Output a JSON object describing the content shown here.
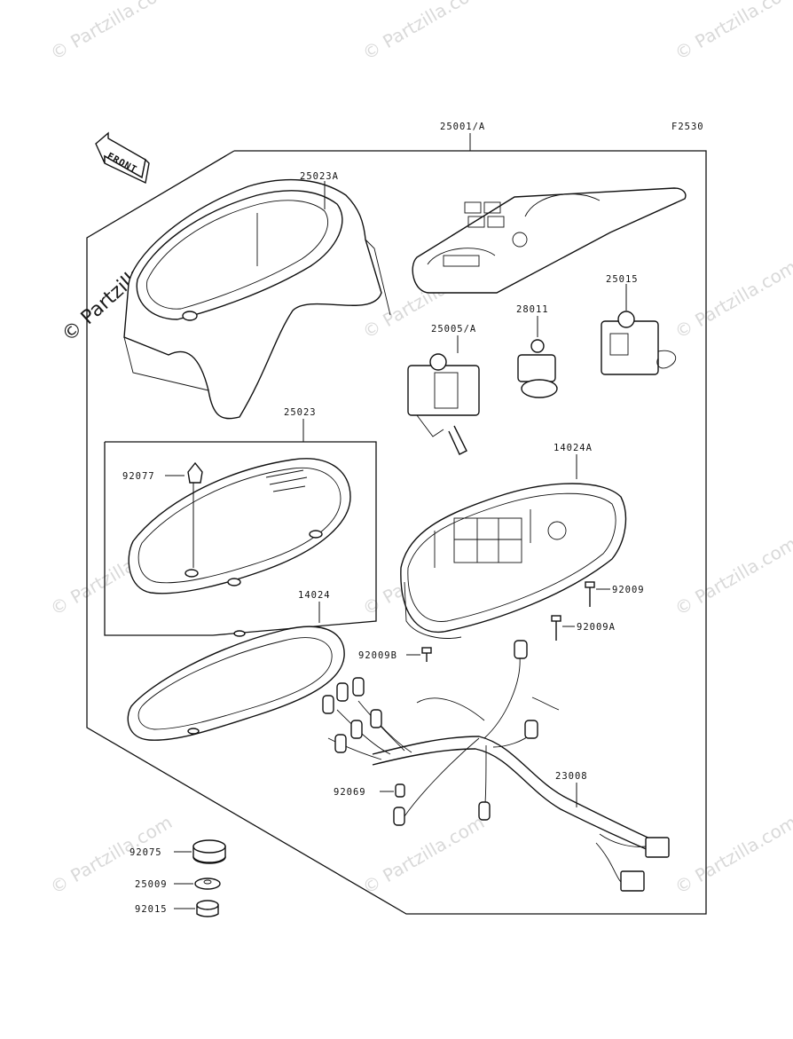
{
  "diagram_code": "F2530",
  "front_label": "FRONT",
  "watermark": "© Partzilla.com",
  "parts": {
    "assembly": "25001/A",
    "cover_upper": "25023A",
    "dial_panel": "",
    "meter_speedo": "25005/A",
    "meter_small": "28011",
    "meter_tach": "25015",
    "cover_set": "25023",
    "grommet_top": "92077",
    "gasket": "14024",
    "case": "14024A",
    "screw": "92009",
    "screw_a": "92009A",
    "screw_b": "92009B",
    "harness": "23008",
    "bulb": "92069",
    "damper": "92075",
    "washer": "25009",
    "nut": "92015"
  }
}
